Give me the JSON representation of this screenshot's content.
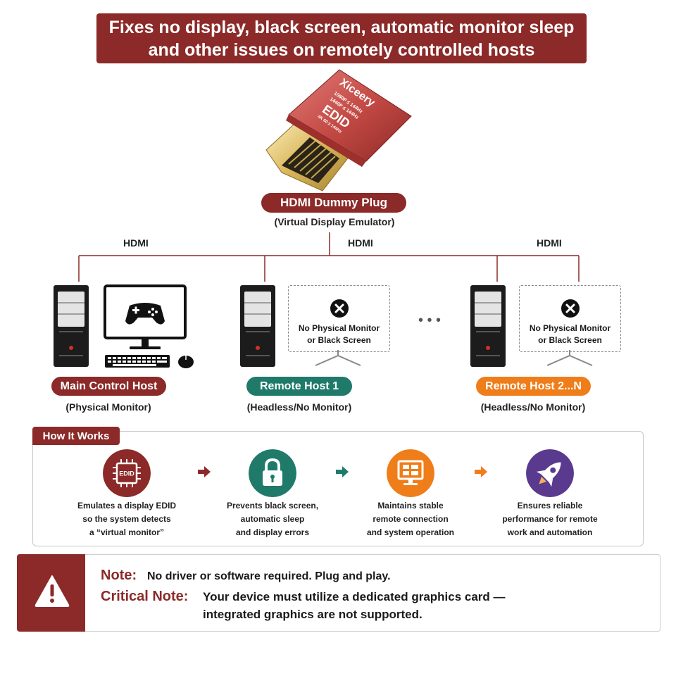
{
  "banner": {
    "line1": "Fixes no display, black screen, automatic monitor sleep",
    "line2": "and other issues on remotely controlled hosts"
  },
  "device": {
    "brand": "Xiceery",
    "badge": "EDID",
    "spec1": "1080P ≤ 144Hz",
    "spec2": "1440P ≤ 144Hz",
    "spec3": "4K 60 ≤ 144Hz",
    "title": "HDMI Dummy Plug",
    "subtitle": "(Virtual Display Emulator)"
  },
  "connections": {
    "label_left": "HDMI",
    "label_center": "HDMI",
    "label_right": "HDMI"
  },
  "hosts": [
    {
      "title": "Main Control Host",
      "subtitle": "(Physical Monitor)",
      "color": "#8b2a28"
    },
    {
      "title": "Remote Host 1",
      "subtitle": "(Headless/No Monitor)",
      "color": "#1f7a6a"
    },
    {
      "title": "Remote Host 2...N",
      "subtitle": "(Headless/No Monitor)",
      "color": "#ef7d1a"
    }
  ],
  "no_monitor": {
    "line1": "No Physical Monitor",
    "line2": "or Black Screen"
  },
  "ellipsis": "• • •",
  "how": {
    "title": "How It Works",
    "edid_icon_label": "EDID",
    "steps": [
      {
        "icon": "edid-chip-icon",
        "color": "#8b2a28",
        "l1": "Emulates a display EDID",
        "l2": "so the system detects",
        "l3": "a “virtual monitor”"
      },
      {
        "icon": "padlock-icon",
        "color": "#1f7a6a",
        "l1": "Prevents black screen,",
        "l2": "automatic sleep",
        "l3": "and display errors"
      },
      {
        "icon": "monitor-windows-icon",
        "color": "#ef7d1a",
        "l1": "Maintains stable",
        "l2": "remote connection",
        "l3": "and system operation"
      },
      {
        "icon": "rocket-icon",
        "color": "#5a3a8e",
        "l1": "Ensures reliable",
        "l2": "performance for remote",
        "l3": "work and automation"
      }
    ]
  },
  "note": {
    "label": "Note:",
    "text": "No driver or software required. Plug and play.",
    "critical_label": "Critical Note:",
    "critical_line1": "Your device must utilize a dedicated graphics card —",
    "critical_line2": "integrated graphics are not supported."
  },
  "colors": {
    "brand": "#8b2a28",
    "teal": "#1f7a6a",
    "orange": "#ef7d1a",
    "purple": "#5a3a8e"
  }
}
